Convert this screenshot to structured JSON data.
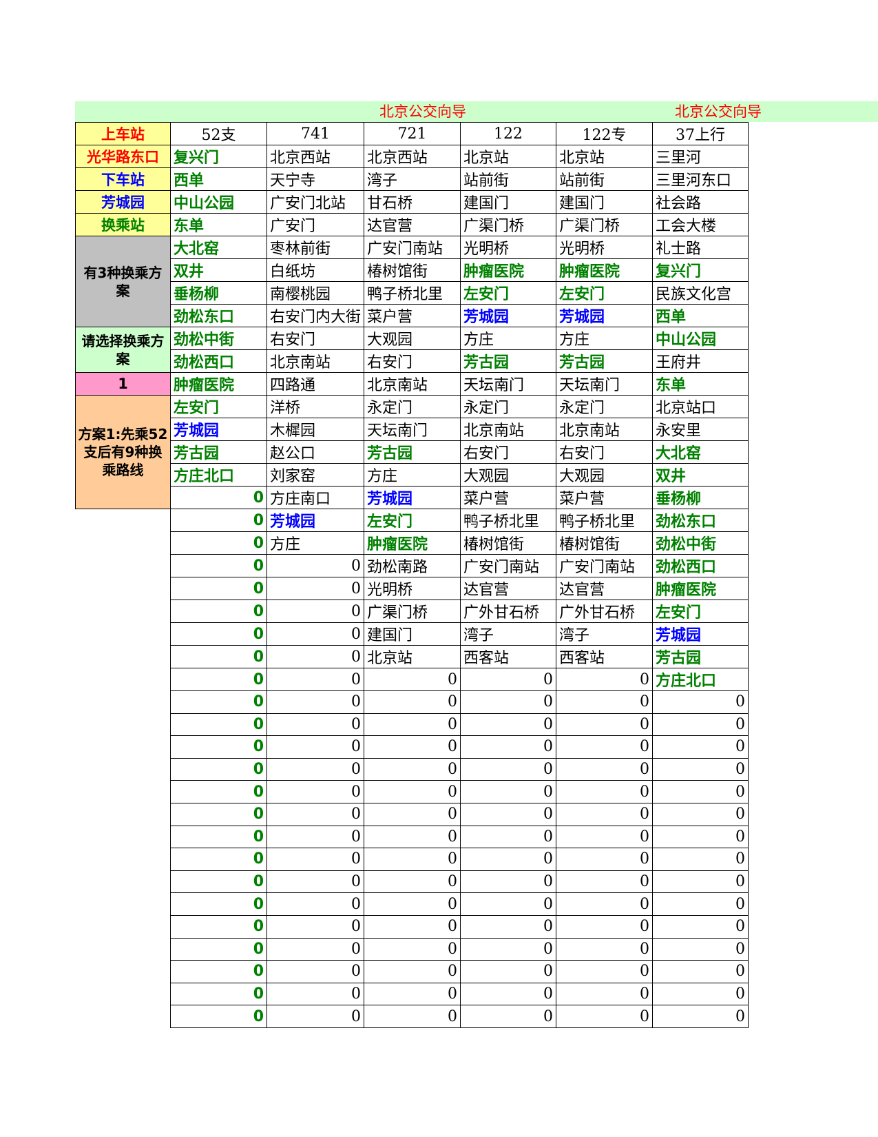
{
  "banner": {
    "title_1": "北京公交向导",
    "title_2": "北京公交向导"
  },
  "colors": {
    "banner_bg": "#ccffcc",
    "title": "#ff0000",
    "transfer": "#008000",
    "destination": "#0000ff"
  },
  "sidebar": {
    "board_label": "上车站",
    "board_value": "光华路东口",
    "alight_label": "下车站",
    "alight_value": "芳城园",
    "transfer_label": "换乘站",
    "count_note": "有3种换乘方案",
    "choose_label": "请选择换乘方案",
    "choice": "1",
    "plan_note": "方案1:先乘52支后有9种换乘路线"
  },
  "routes": [
    "52支",
    "741",
    "721",
    "122",
    "122专",
    "37上行"
  ],
  "rows": [
    [
      [
        "复兴门",
        "g"
      ],
      [
        "北京西站",
        ""
      ],
      [
        "北京西站",
        ""
      ],
      [
        "北京站",
        ""
      ],
      [
        "北京站",
        ""
      ],
      [
        "三里河",
        ""
      ]
    ],
    [
      [
        "西单",
        "g"
      ],
      [
        "天宁寺",
        ""
      ],
      [
        "湾子",
        ""
      ],
      [
        "站前街",
        ""
      ],
      [
        "站前街",
        ""
      ],
      [
        "三里河东口",
        ""
      ]
    ],
    [
      [
        "中山公园",
        "g"
      ],
      [
        "广安门北站",
        ""
      ],
      [
        "甘石桥",
        ""
      ],
      [
        "建国门",
        ""
      ],
      [
        "建国门",
        ""
      ],
      [
        "社会路",
        ""
      ]
    ],
    [
      [
        "东单",
        "g"
      ],
      [
        "广安门",
        ""
      ],
      [
        "达官营",
        ""
      ],
      [
        "广渠门桥",
        ""
      ],
      [
        "广渠门桥",
        ""
      ],
      [
        "工会大楼",
        ""
      ]
    ],
    [
      [
        "大北窑",
        "g"
      ],
      [
        "枣林前街",
        ""
      ],
      [
        "广安门南站",
        ""
      ],
      [
        "光明桥",
        ""
      ],
      [
        "光明桥",
        ""
      ],
      [
        "礼士路",
        ""
      ]
    ],
    [
      [
        "双井",
        "g"
      ],
      [
        "白纸坊",
        ""
      ],
      [
        "椿树馆街",
        ""
      ],
      [
        "肿瘤医院",
        "g"
      ],
      [
        "肿瘤医院",
        "g"
      ],
      [
        "复兴门",
        "g"
      ]
    ],
    [
      [
        "垂杨柳",
        "g"
      ],
      [
        "南樱桃园",
        ""
      ],
      [
        "鸭子桥北里",
        ""
      ],
      [
        "左安门",
        "g"
      ],
      [
        "左安门",
        "g"
      ],
      [
        "民族文化宫",
        ""
      ]
    ],
    [
      [
        "劲松东口",
        "g"
      ],
      [
        "右安门内大街",
        ""
      ],
      [
        "菜户营",
        ""
      ],
      [
        "芳城园",
        "b"
      ],
      [
        "芳城园",
        "b"
      ],
      [
        "西单",
        "g"
      ]
    ],
    [
      [
        "劲松中街",
        "g"
      ],
      [
        "右安门",
        ""
      ],
      [
        "大观园",
        ""
      ],
      [
        "方庄",
        ""
      ],
      [
        "方庄",
        ""
      ],
      [
        "中山公园",
        "g"
      ]
    ],
    [
      [
        "劲松西口",
        "g"
      ],
      [
        "北京南站",
        ""
      ],
      [
        "右安门",
        ""
      ],
      [
        "芳古园",
        "g"
      ],
      [
        "芳古园",
        "g"
      ],
      [
        "王府井",
        ""
      ]
    ],
    [
      [
        "肿瘤医院",
        "g"
      ],
      [
        "四路通",
        ""
      ],
      [
        "北京南站",
        ""
      ],
      [
        "天坛南门",
        ""
      ],
      [
        "天坛南门",
        ""
      ],
      [
        "东单",
        "g"
      ]
    ],
    [
      [
        "左安门",
        "g"
      ],
      [
        "洋桥",
        ""
      ],
      [
        "永定门",
        ""
      ],
      [
        "永定门",
        ""
      ],
      [
        "永定门",
        ""
      ],
      [
        "北京站口",
        ""
      ]
    ],
    [
      [
        "芳城园",
        "b"
      ],
      [
        "木樨园",
        ""
      ],
      [
        "天坛南门",
        ""
      ],
      [
        "北京南站",
        ""
      ],
      [
        "北京南站",
        ""
      ],
      [
        "永安里",
        ""
      ]
    ],
    [
      [
        "芳古园",
        "g"
      ],
      [
        "赵公口",
        ""
      ],
      [
        "芳古园",
        "g"
      ],
      [
        "右安门",
        ""
      ],
      [
        "右安门",
        ""
      ],
      [
        "大北窑",
        "g"
      ]
    ],
    [
      [
        "方庄北口",
        "g"
      ],
      [
        "刘家窑",
        ""
      ],
      [
        "方庄",
        ""
      ],
      [
        "大观园",
        ""
      ],
      [
        "大观园",
        ""
      ],
      [
        "双井",
        "g"
      ]
    ],
    [
      [
        "0",
        "g"
      ],
      [
        "方庄南口",
        ""
      ],
      [
        "芳城园",
        "b"
      ],
      [
        "菜户营",
        ""
      ],
      [
        "菜户营",
        ""
      ],
      [
        "垂杨柳",
        "g"
      ]
    ],
    [
      [
        "0",
        "g"
      ],
      [
        "芳城园",
        "b"
      ],
      [
        "左安门",
        "g"
      ],
      [
        "鸭子桥北里",
        ""
      ],
      [
        "鸭子桥北里",
        ""
      ],
      [
        "劲松东口",
        "g"
      ]
    ],
    [
      [
        "0",
        "g"
      ],
      [
        "方庄",
        ""
      ],
      [
        "肿瘤医院",
        "g"
      ],
      [
        "椿树馆街",
        ""
      ],
      [
        "椿树馆街",
        ""
      ],
      [
        "劲松中街",
        "g"
      ]
    ],
    [
      [
        "0",
        "g"
      ],
      [
        "0",
        ""
      ],
      [
        "劲松南路",
        ""
      ],
      [
        "广安门南站",
        ""
      ],
      [
        "广安门南站",
        ""
      ],
      [
        "劲松西口",
        "g"
      ]
    ],
    [
      [
        "0",
        "g"
      ],
      [
        "0",
        ""
      ],
      [
        "光明桥",
        ""
      ],
      [
        "达官营",
        ""
      ],
      [
        "达官营",
        ""
      ],
      [
        "肿瘤医院",
        "g"
      ]
    ],
    [
      [
        "0",
        "g"
      ],
      [
        "0",
        ""
      ],
      [
        "广渠门桥",
        ""
      ],
      [
        "广外甘石桥",
        ""
      ],
      [
        "广外甘石桥",
        ""
      ],
      [
        "左安门",
        "g"
      ]
    ],
    [
      [
        "0",
        "g"
      ],
      [
        "0",
        ""
      ],
      [
        "建国门",
        ""
      ],
      [
        "湾子",
        ""
      ],
      [
        "湾子",
        ""
      ],
      [
        "芳城园",
        "b"
      ]
    ],
    [
      [
        "0",
        "g"
      ],
      [
        "0",
        ""
      ],
      [
        "北京站",
        ""
      ],
      [
        "西客站",
        ""
      ],
      [
        "西客站",
        ""
      ],
      [
        "芳古园",
        "g"
      ]
    ],
    [
      [
        "0",
        "g"
      ],
      [
        "0",
        ""
      ],
      [
        "0",
        ""
      ],
      [
        "0",
        ""
      ],
      [
        "0",
        ""
      ],
      [
        "方庄北口",
        "g"
      ]
    ],
    [
      [
        "0",
        "g"
      ],
      [
        "0",
        ""
      ],
      [
        "0",
        ""
      ],
      [
        "0",
        ""
      ],
      [
        "0",
        ""
      ],
      [
        "0",
        ""
      ]
    ],
    [
      [
        "0",
        "g"
      ],
      [
        "0",
        ""
      ],
      [
        "0",
        ""
      ],
      [
        "0",
        ""
      ],
      [
        "0",
        ""
      ],
      [
        "0",
        ""
      ]
    ],
    [
      [
        "0",
        "g"
      ],
      [
        "0",
        ""
      ],
      [
        "0",
        ""
      ],
      [
        "0",
        ""
      ],
      [
        "0",
        ""
      ],
      [
        "0",
        ""
      ]
    ],
    [
      [
        "0",
        "g"
      ],
      [
        "0",
        ""
      ],
      [
        "0",
        ""
      ],
      [
        "0",
        ""
      ],
      [
        "0",
        ""
      ],
      [
        "0",
        ""
      ]
    ],
    [
      [
        "0",
        "g"
      ],
      [
        "0",
        ""
      ],
      [
        "0",
        ""
      ],
      [
        "0",
        ""
      ],
      [
        "0",
        ""
      ],
      [
        "0",
        ""
      ]
    ],
    [
      [
        "0",
        "g"
      ],
      [
        "0",
        ""
      ],
      [
        "0",
        ""
      ],
      [
        "0",
        ""
      ],
      [
        "0",
        ""
      ],
      [
        "0",
        ""
      ]
    ],
    [
      [
        "0",
        "g"
      ],
      [
        "0",
        ""
      ],
      [
        "0",
        ""
      ],
      [
        "0",
        ""
      ],
      [
        "0",
        ""
      ],
      [
        "0",
        ""
      ]
    ],
    [
      [
        "0",
        "g"
      ],
      [
        "0",
        ""
      ],
      [
        "0",
        ""
      ],
      [
        "0",
        ""
      ],
      [
        "0",
        ""
      ],
      [
        "0",
        ""
      ]
    ],
    [
      [
        "0",
        "g"
      ],
      [
        "0",
        ""
      ],
      [
        "0",
        ""
      ],
      [
        "0",
        ""
      ],
      [
        "0",
        ""
      ],
      [
        "0",
        ""
      ]
    ],
    [
      [
        "0",
        "g"
      ],
      [
        "0",
        ""
      ],
      [
        "0",
        ""
      ],
      [
        "0",
        ""
      ],
      [
        "0",
        ""
      ],
      [
        "0",
        ""
      ]
    ],
    [
      [
        "0",
        "g"
      ],
      [
        "0",
        ""
      ],
      [
        "0",
        ""
      ],
      [
        "0",
        ""
      ],
      [
        "0",
        ""
      ],
      [
        "0",
        ""
      ]
    ],
    [
      [
        "0",
        "g"
      ],
      [
        "0",
        ""
      ],
      [
        "0",
        ""
      ],
      [
        "0",
        ""
      ],
      [
        "0",
        ""
      ],
      [
        "0",
        ""
      ]
    ],
    [
      [
        "0",
        "g"
      ],
      [
        "0",
        ""
      ],
      [
        "0",
        ""
      ],
      [
        "0",
        ""
      ],
      [
        "0",
        ""
      ],
      [
        "0",
        ""
      ]
    ],
    [
      [
        "0",
        "g"
      ],
      [
        "0",
        ""
      ],
      [
        "0",
        ""
      ],
      [
        "0",
        ""
      ],
      [
        "0",
        ""
      ],
      [
        "0",
        ""
      ]
    ],
    [
      [
        "0",
        "g"
      ],
      [
        "0",
        ""
      ],
      [
        "0",
        ""
      ],
      [
        "0",
        ""
      ],
      [
        "0",
        ""
      ],
      [
        "0",
        ""
      ]
    ]
  ]
}
